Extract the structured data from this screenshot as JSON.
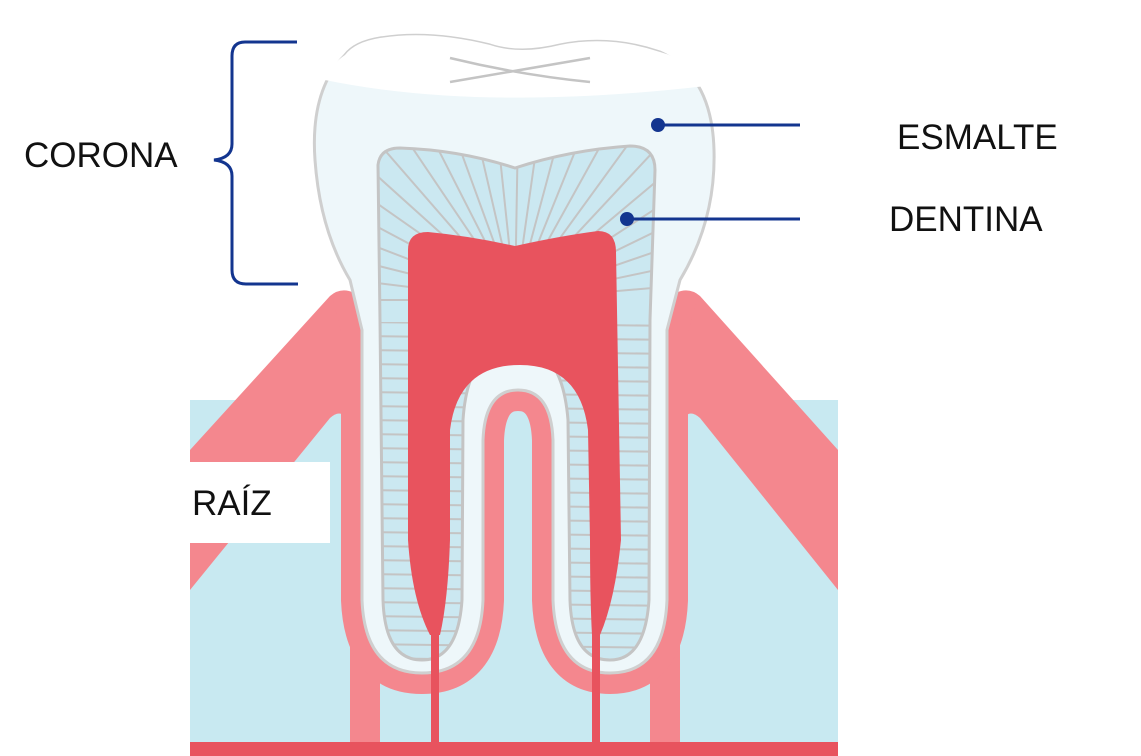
{
  "labels": {
    "corona": "CORONA",
    "esmalte": "ESMALTE",
    "dentina": "DENTINA",
    "raiz": "RAÍZ"
  },
  "colors": {
    "leader": "#13358f",
    "gum": "#f4878e",
    "bone": "#c8e9f1",
    "enamel": "#eef7fa",
    "dentin": "#cbe8f1",
    "pulp": "#e8535e",
    "outline": "#c4c4c4"
  }
}
